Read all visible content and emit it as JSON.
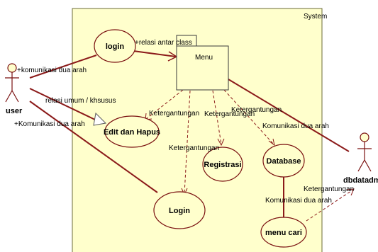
{
  "system": {
    "label": "System"
  },
  "actors": {
    "user": "user",
    "db": "dbdatadmin"
  },
  "usecases": {
    "login_top": "login",
    "edit_hapus": "Edit dan Hapus",
    "login_bottom": "Login",
    "registrasi": "Registrasi",
    "database": "Database",
    "menu_cari": "menu cari"
  },
  "package": {
    "label": "Menu"
  },
  "relations": {
    "relasi_antar_class": "+relasi antar class",
    "komunikasi_user": "+komunikasi dua arah",
    "relasi_umum": "relasi umum / khsusus",
    "komunikasi_user2": "+Komunikasi dua arah",
    "ketergantungan_edit": "Ketergantungan",
    "ketergantungan_login": "Ketergantungan",
    "ketergantungan_reg": "Ketergantungan",
    "ketergantungan_db": "Ketergantungan",
    "komunikasi_db": "Komunikasi dua arah",
    "komunikasi_cari": "Komunikasi dua arah",
    "ketergantungan_admin": "Ketergantungan"
  },
  "colors": {
    "system_fill": "#ffffcc",
    "line": "#8b1a1a"
  }
}
